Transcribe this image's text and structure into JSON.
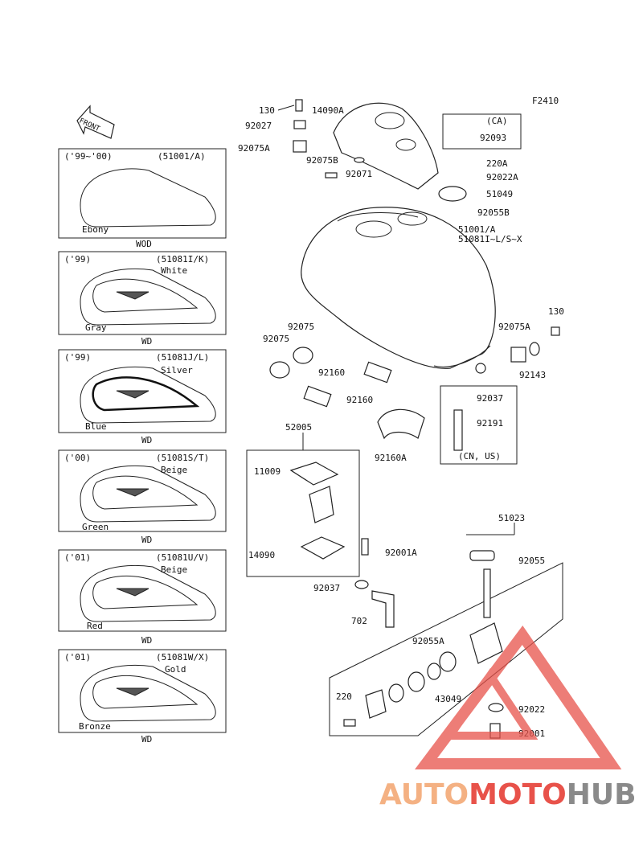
{
  "figure_code": "F2410",
  "front_label": "FRONT",
  "variants": [
    {
      "years": "('99~'00)",
      "part": "(51001/A)",
      "color": "Ebony",
      "color2": "",
      "market": "WOD"
    },
    {
      "years": "('99)",
      "part": "(51081I/K)",
      "color": "Gray",
      "color2": "White",
      "market": "WD"
    },
    {
      "years": "('99)",
      "part": "(51081J/L)",
      "color": "Blue",
      "color2": "Silver",
      "market": "WD"
    },
    {
      "years": "('00)",
      "part": "(51081S/T)",
      "color": "Green",
      "color2": "Beige",
      "market": "WD"
    },
    {
      "years": "('01)",
      "part": "(51081U/V)",
      "color": "Red",
      "color2": "Beige",
      "market": "WD"
    },
    {
      "years": "('01)",
      "part": "(51081W/X)",
      "color": "Bronze",
      "color2": "Gold",
      "market": "WD"
    }
  ],
  "parts": {
    "p130_top": "130",
    "p14090A": "14090A",
    "p92027": "92027",
    "p92075A_left": "92075A",
    "p92075B": "92075B",
    "p92071": "92071",
    "ca_label": "(CA)",
    "p92093": "92093",
    "p220A": "220A",
    "p92022A": "92022A",
    "p51049": "51049",
    "p92055B": "92055B",
    "tank_line1": "51001/A",
    "tank_line2": "51081I~L/S~X",
    "p130_right": "130",
    "p92075A_right": "92075A",
    "p92143": "92143",
    "p92075_a": "92075",
    "p92075_b": "92075",
    "p92160_a": "92160",
    "p92160_b": "92160",
    "p92160A": "92160A",
    "p92037_right": "92037",
    "p92191": "92191",
    "cnus_label": "(CN, US)",
    "p52005": "52005",
    "p11009": "11009",
    "p14090": "14090",
    "p92001A": "92001A",
    "p92037_low": "92037",
    "p702": "702",
    "p51023": "51023",
    "p92055": "92055",
    "p92055A": "92055A",
    "p43049": "43049",
    "p220": "220",
    "p92022": "92022",
    "p92001": "92001"
  },
  "watermark": {
    "part1": "AUTO",
    "part2": "MOTO",
    "part3": "HUB"
  },
  "colors": {
    "watermark_orange": "#f4b183",
    "watermark_red": "#e8524a",
    "watermark_gray": "#8a8a8a"
  }
}
